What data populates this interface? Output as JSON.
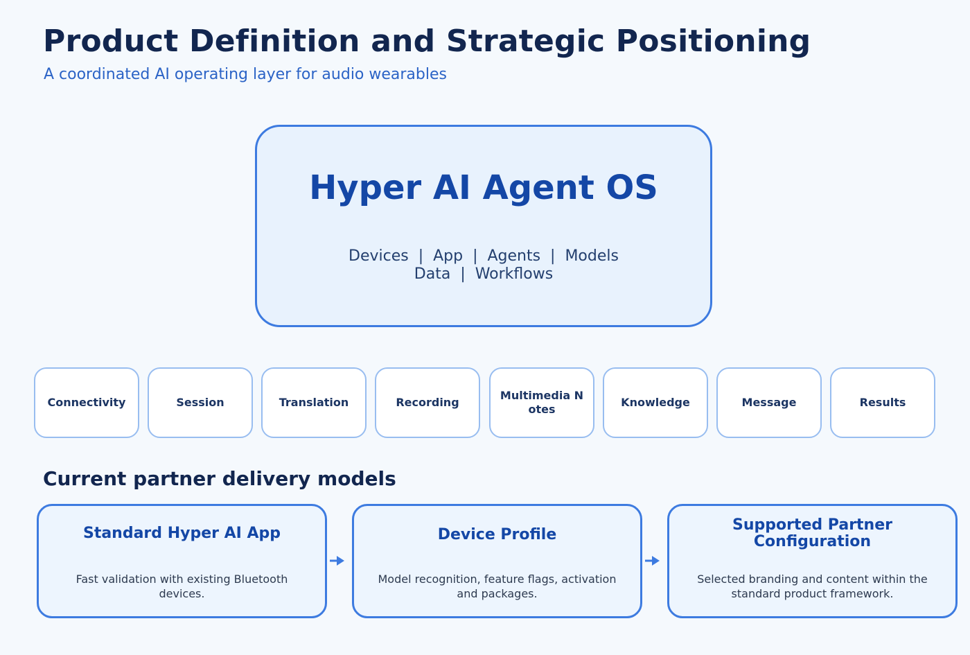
{
  "header": {
    "title": "Product Definition and Strategic Positioning",
    "subtitle": "A coordinated AI operating layer for audio wearables"
  },
  "hero": {
    "title": "Hyper AI Agent OS",
    "line1": "Devices  |  App  |  Agents  |  Models",
    "line2": "Data  |  Workflows"
  },
  "modules": [
    {
      "label": "Connectivity"
    },
    {
      "label": "Session"
    },
    {
      "label": "Translation"
    },
    {
      "label": "Recording"
    },
    {
      "label": "Multimedia Notes"
    },
    {
      "label": "Knowledge"
    },
    {
      "label": "Message"
    },
    {
      "label": "Results"
    }
  ],
  "delivery": {
    "section_title": "Current partner delivery models",
    "cards": [
      {
        "title": "Standard Hyper AI App",
        "desc": "Fast validation with existing Bluetooth devices."
      },
      {
        "title": "Device Profile",
        "desc": "Model recognition, feature flags, activation and packages."
      },
      {
        "title": "Supported Partner Configuration",
        "desc": "Selected branding and content within the standard product framework."
      }
    ]
  },
  "colors": {
    "accent": "#3d7be0",
    "title": "#12264f",
    "heading_blue": "#1447a6"
  }
}
